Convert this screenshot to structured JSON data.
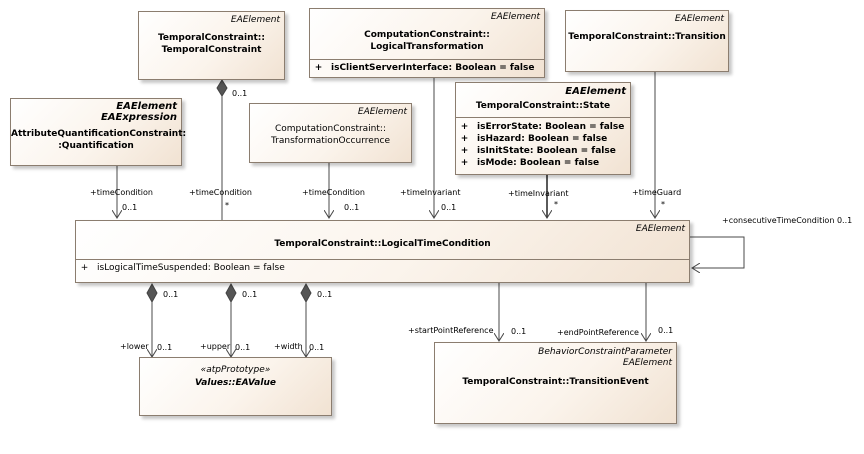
{
  "classes": {
    "tc_tc": {
      "stereotype": "EAElement",
      "name_line1": "TemporalConstraint::",
      "name_line2": "TemporalConstraint"
    },
    "cc_lt": {
      "stereotype": "EAElement",
      "name_line1": "ComputationConstraint::",
      "name_line2": "LogicalTransformation",
      "attrs": [
        {
          "vis": "+",
          "text": "isClientServerInterface: Boolean = false"
        }
      ]
    },
    "tc_tr": {
      "stereotype": "EAElement",
      "name_line1": "TemporalConstraint::Transition"
    },
    "aqc": {
      "stereotype1": "EAElement",
      "stereotype2": "EAExpression",
      "name_line1": "AttributeQuantificationConstraint:",
      "name_line2": ":Quantification"
    },
    "cc_to": {
      "stereotype": "EAElement",
      "name_line1": "ComputationConstraint::",
      "name_line2": "TransformationOccurrence"
    },
    "tc_state": {
      "stereotype": "EAElement",
      "name_line1": "TemporalConstraint::State",
      "attrs": [
        {
          "vis": "+",
          "text": "isErrorState: Boolean = false"
        },
        {
          "vis": "+",
          "text": "isHazard: Boolean = false"
        },
        {
          "vis": "+",
          "text": "isInitState: Boolean = false"
        },
        {
          "vis": "+",
          "text": "isMode: Boolean = false"
        }
      ]
    },
    "ltc": {
      "stereotype": "EAElement",
      "name_line1": "TemporalConstraint::LogicalTimeCondition",
      "attrs": [
        {
          "vis": "+",
          "text": "isLogicalTimeSuspended: Boolean = false"
        }
      ]
    },
    "val": {
      "stereotype": "«atpPrototype»",
      "name_line1": "Values::EAValue"
    },
    "te": {
      "stereotype1": "BehaviorConstraintParameter",
      "stereotype2": "EAElement",
      "name_line1": "TemporalConstraint::TransitionEvent"
    }
  },
  "labels": {
    "tc_mult": "0..1",
    "tc_role": "+timeCondition",
    "tc_star": "*",
    "aqc_role": "+timeCondition",
    "aqc_mult": "0..1",
    "to_role": "+timeCondition",
    "to_mult": "0..1",
    "lt_role": "+timeInvariant",
    "lt_mult": "0..1",
    "st_role": "+timeInvariant",
    "st_star": "*",
    "tr_role": "+timeGuard",
    "tr_star": "*",
    "self_role": "+consecutiveTimeCondition 0..1",
    "lower_top": "0..1",
    "lower_role": "+lower",
    "lower_mult": "0..1",
    "upper_top": "0..1",
    "upper_role": "+upper",
    "upper_mult": "0..1",
    "width_top": "0..1",
    "width_role": "+width",
    "width_mult": "0..1",
    "sp_role": "+startPointReference",
    "sp_mult": "0..1",
    "ep_role": "+endPointReference",
    "ep_mult": "0..1"
  },
  "colors": {
    "border": "#8b7d6f",
    "line": "#4a4a4a",
    "fill_light": "#ffffff",
    "fill_dark": "#f1e2d2"
  }
}
